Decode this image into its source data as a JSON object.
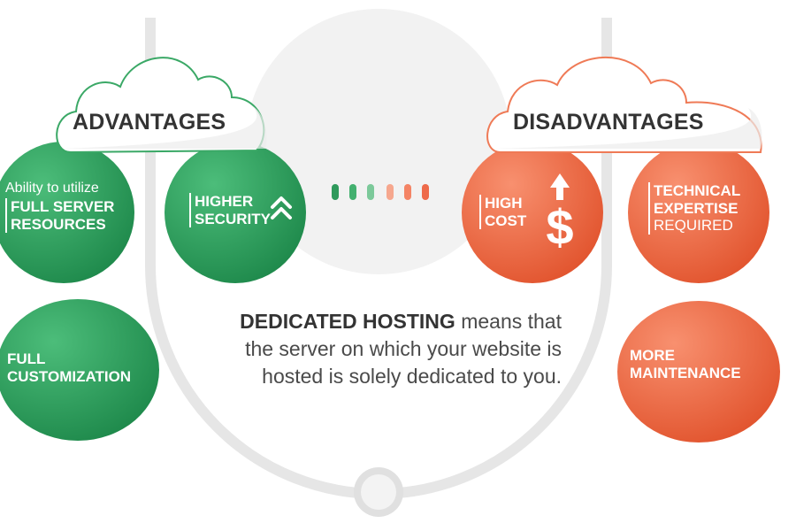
{
  "advantages": {
    "title": "ADVANTAGES",
    "items": {
      "full_resources": {
        "line1": "Ability to utilize",
        "line2": "FULL SERVER",
        "line3": "RESOURCES"
      },
      "security": {
        "line1": "HIGHER",
        "line2": "SECURITY"
      },
      "customization": {
        "line1": "FULL",
        "line2": "CUSTOMIZATION"
      }
    }
  },
  "disadvantages": {
    "title": "DISADVANTAGES",
    "items": {
      "cost": {
        "line1": "HIGH",
        "line2": "COST"
      },
      "expertise": {
        "line1": "TECHNICAL",
        "line2": "EXPERTISE",
        "line3": "REQUIRED"
      },
      "maintenance": {
        "line1": "MORE",
        "line2": "MAINTENANCE"
      }
    }
  },
  "description": {
    "strong": "DEDICATED HOSTING",
    "rest1": " means that",
    "line2": "the server on which your website is",
    "line3": "hosted is solely dedicated to you."
  },
  "colors": {
    "green": "#2f9a5c",
    "green_light": "#43b06f",
    "orange": "#ee6a4a",
    "orange_light": "#f48465",
    "ring": "#e3e3e3"
  },
  "icons": [
    "chevron-up-double-icon",
    "dollar-up-icon",
    "cloud-icon"
  ]
}
